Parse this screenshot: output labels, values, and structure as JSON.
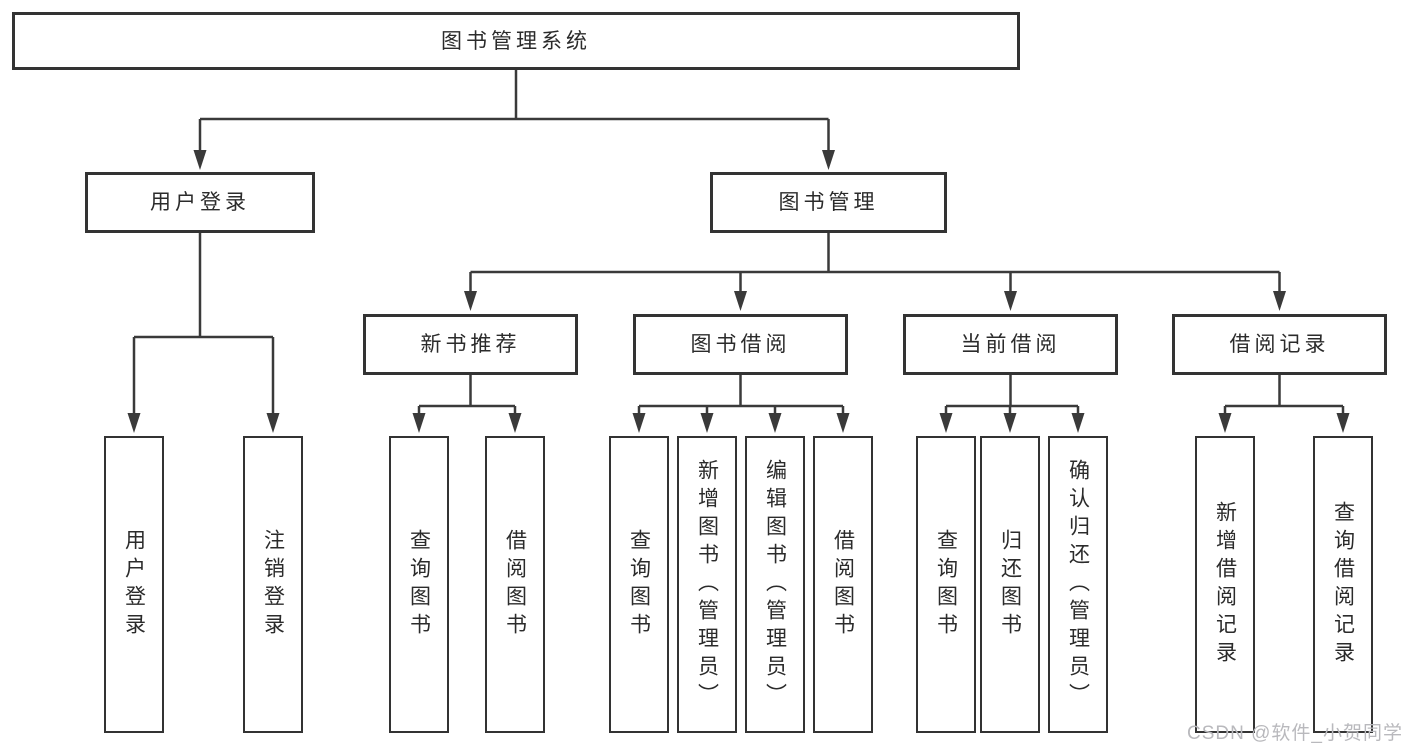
{
  "colors": {
    "line": "#3a3a3a",
    "box_border": "#333333",
    "text": "#2b2b2b",
    "watermark": "#b9b9bd",
    "background": "#ffffff"
  },
  "watermark": {
    "text": "CSDN @软件_小贺同学"
  },
  "diagram": {
    "root": {
      "label": "图书管理系统"
    },
    "children": [
      {
        "label": "用户登录",
        "leaves": [
          "用户登录",
          "注销登录"
        ]
      },
      {
        "label": "图书管理",
        "groups": [
          {
            "label": "新书推荐",
            "leaves": [
              "查询图书",
              "借阅图书"
            ]
          },
          {
            "label": "图书借阅",
            "leaves": [
              "查询图书",
              "新增图书（管理员）",
              "编辑图书（管理员）",
              "借阅图书"
            ]
          },
          {
            "label": "当前借阅",
            "leaves": [
              "查询图书",
              "归还图书",
              "确认归还（管理员）"
            ]
          },
          {
            "label": "借阅记录",
            "leaves": [
              "新增借阅记录",
              "查询借阅记录"
            ]
          }
        ]
      }
    ]
  }
}
